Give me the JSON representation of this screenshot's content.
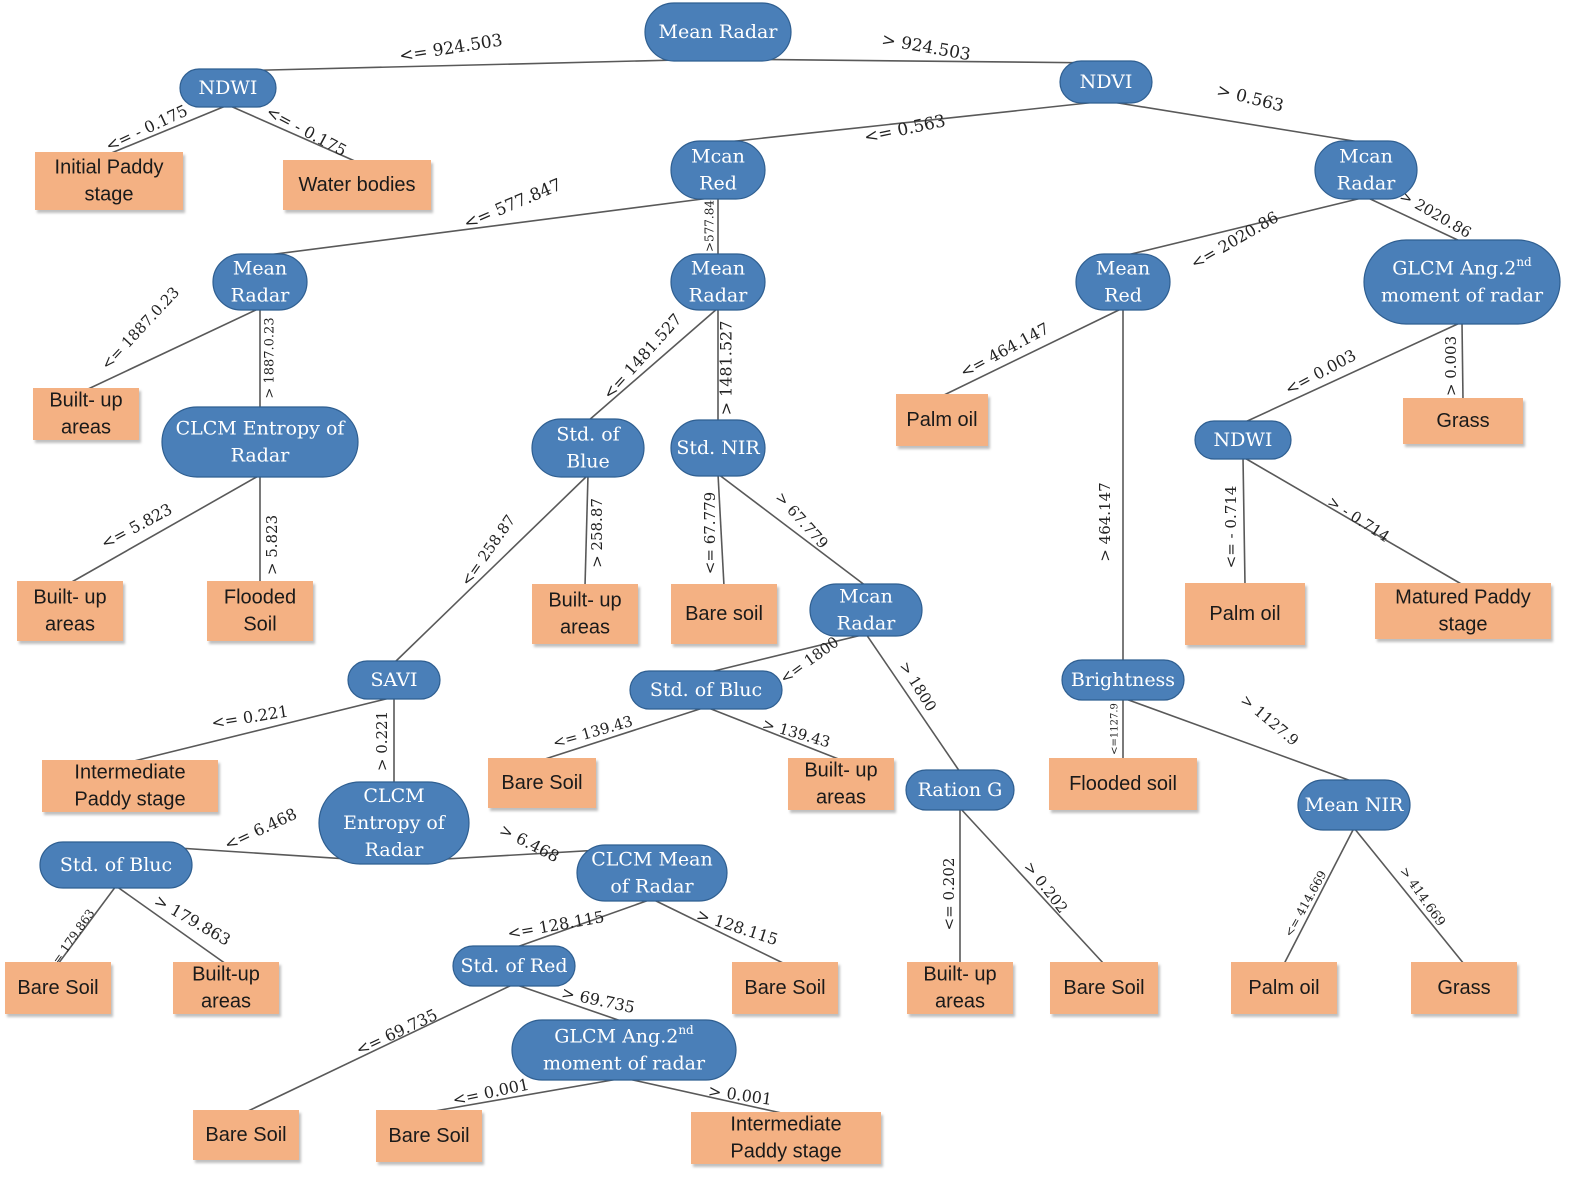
{
  "colors": {
    "decision_node": "#4a7fb8",
    "leaf_node": "#f4b183",
    "edge": "#595959"
  },
  "nodes": {
    "root": [
      "Mean Radar"
    ],
    "ndwi_top": [
      "NDWI"
    ],
    "ndvi": [
      "NDVI"
    ],
    "mean_red_mid": [
      "Mcan",
      "Red"
    ],
    "mean_radar_right": [
      "Mcan",
      "Radar"
    ],
    "mean_radar_left": [
      "Mean",
      "Radar"
    ],
    "mean_radar_center": [
      "Mean",
      "Radar"
    ],
    "mean_red_right": [
      "Mean",
      "Red"
    ],
    "glcm_asm_right": [
      "GLCM Ang.2nd",
      "moment of radar"
    ],
    "glcm_entropy_left": [
      "CLCM Entropy of",
      "Radar"
    ],
    "std_blue_center": [
      "Std. of",
      "Blue"
    ],
    "std_nir": [
      "Std. NIR"
    ],
    "ndwi_right": [
      "NDWI"
    ],
    "mean_radar_lower": [
      "Mcan",
      "Radar"
    ],
    "savi": [
      "SAVI"
    ],
    "std_blue_lower": [
      "Std. of Bluc"
    ],
    "brightness": [
      "Brightness"
    ],
    "ratio_g": [
      "Ration G"
    ],
    "glcm_entropy_lower": [
      "CLCM",
      "Entropy of",
      "Radar"
    ],
    "mean_nir": [
      "Mean NIR"
    ],
    "std_blue_left": [
      "Std. of Bluc"
    ],
    "glcm_mean": [
      "CLCM Mean",
      "of Radar"
    ],
    "std_red": [
      "Std. of Red"
    ],
    "glcm_asm_lower": [
      "GLCM Ang.2nd",
      "moment of radar"
    ]
  },
  "leaves": {
    "initial_paddy": [
      "Initial Paddy",
      "stage"
    ],
    "water_bodies": [
      "Water bodies"
    ],
    "builtup_1": [
      "Built- up",
      "areas"
    ],
    "builtup_2": [
      "Built- up",
      "areas"
    ],
    "flooded_soil_1": [
      "Flooded",
      "Soil"
    ],
    "builtup_3": [
      "Built- up",
      "areas"
    ],
    "bare_soil_1": [
      "Bare soil"
    ],
    "palm_oil_1": [
      "Palm oil"
    ],
    "grass_1": [
      "Grass"
    ],
    "palm_oil_2": [
      "Palm oil"
    ],
    "matured_paddy": [
      "Matured Paddy",
      "stage"
    ],
    "intermediate_paddy_1": [
      "Intermediate",
      "Paddy stage"
    ],
    "bare_soil_2": [
      "Bare Soil"
    ],
    "builtup_4": [
      "Built- up",
      "areas"
    ],
    "flooded_soil_2": [
      "Flooded soil"
    ],
    "bare_soil_3": [
      "Bare Soil"
    ],
    "builtup_5": [
      "Built-up",
      "areas"
    ],
    "bare_soil_4": [
      "Bare Soil"
    ],
    "builtup_6": [
      "Built- up",
      "areas"
    ],
    "bare_soil_5": [
      "Bare Soil"
    ],
    "palm_oil_3": [
      "Palm oil"
    ],
    "grass_2": [
      "Grass"
    ],
    "bare_soil_6": [
      "Bare Soil"
    ],
    "bare_soil_7": [
      "Bare Soil"
    ],
    "intermediate_paddy_2": [
      "Intermediate",
      "Paddy stage"
    ]
  },
  "edges": [
    {
      "from": "root",
      "to": "ndwi_top",
      "label": "<= 924.503"
    },
    {
      "from": "root",
      "to": "ndvi",
      "label": "> 924.503"
    },
    {
      "from": "ndwi_top",
      "to": "initial_paddy",
      "label": "<= - 0.175"
    },
    {
      "from": "ndwi_top",
      "to": "water_bodies",
      "label": "<= - 0.175"
    },
    {
      "from": "ndvi",
      "to": "mean_red_mid",
      "label": "<= 0.563"
    },
    {
      "from": "ndvi",
      "to": "mean_radar_right",
      "label": "> 0.563"
    },
    {
      "from": "mean_red_mid",
      "to": "mean_radar_left",
      "label": "<= 577.847"
    },
    {
      "from": "mean_red_mid",
      "to": "mean_radar_center",
      "label": ">577.84"
    },
    {
      "from": "mean_radar_right",
      "to": "mean_red_right",
      "label": "<= 2020.86"
    },
    {
      "from": "mean_radar_right",
      "to": "glcm_asm_right",
      "label": "> 2020.86"
    },
    {
      "from": "mean_radar_left",
      "to": "builtup_1",
      "label": "<= 1887.0.23"
    },
    {
      "from": "mean_radar_left",
      "to": "glcm_entropy_left",
      "label": "> 1887.0.23"
    },
    {
      "from": "mean_radar_center",
      "to": "std_blue_center",
      "label": "<= 1481.527"
    },
    {
      "from": "mean_radar_center",
      "to": "std_nir",
      "label": "> 1481.527"
    },
    {
      "from": "mean_red_right",
      "to": "palm_oil_1",
      "label": "<= 464.147"
    },
    {
      "from": "mean_red_right",
      "to": "brightness",
      "label": "> 464.147"
    },
    {
      "from": "glcm_asm_right",
      "to": "ndwi_right",
      "label": "<= 0.003"
    },
    {
      "from": "glcm_asm_right",
      "to": "grass_1",
      "label": "> 0.003"
    },
    {
      "from": "glcm_entropy_left",
      "to": "builtup_2",
      "label": "<= 5.823"
    },
    {
      "from": "glcm_entropy_left",
      "to": "flooded_soil_1",
      "label": "> 5.823"
    },
    {
      "from": "std_blue_center",
      "to": "savi",
      "label": "<= 258.87"
    },
    {
      "from": "std_blue_center",
      "to": "builtup_3",
      "label": "> 258.87"
    },
    {
      "from": "std_nir",
      "to": "bare_soil_1",
      "label": "<= 67.779"
    },
    {
      "from": "std_nir",
      "to": "mean_radar_lower",
      "label": "> 67.779"
    },
    {
      "from": "ndwi_right",
      "to": "palm_oil_2",
      "label": "<= - 0.714"
    },
    {
      "from": "ndwi_right",
      "to": "matured_paddy",
      "label": "> - 0.714"
    },
    {
      "from": "savi",
      "to": "intermediate_paddy_1",
      "label": "<= 0.221"
    },
    {
      "from": "savi",
      "to": "glcm_entropy_lower",
      "label": "> 0.221"
    },
    {
      "from": "mean_radar_lower",
      "to": "std_blue_lower",
      "label": "<= 1800"
    },
    {
      "from": "mean_radar_lower",
      "to": "ratio_g",
      "label": "> 1800"
    },
    {
      "from": "std_blue_lower",
      "to": "bare_soil_2",
      "label": "<= 139.43"
    },
    {
      "from": "std_blue_lower",
      "to": "builtup_4",
      "label": "> 139.43"
    },
    {
      "from": "brightness",
      "to": "flooded_soil_2",
      "label": "<=1127.9"
    },
    {
      "from": "brightness",
      "to": "mean_nir",
      "label": "> 1127.9"
    },
    {
      "from": "glcm_entropy_lower",
      "to": "std_blue_left",
      "label": "<= 6.468"
    },
    {
      "from": "glcm_entropy_lower",
      "to": "glcm_mean",
      "label": "> 6.468"
    },
    {
      "from": "ratio_g",
      "to": "builtup_6",
      "label": "<= 0.202"
    },
    {
      "from": "ratio_g",
      "to": "bare_soil_5",
      "label": "> 0.202"
    },
    {
      "from": "mean_nir",
      "to": "palm_oil_3",
      "label": "<= 414.669"
    },
    {
      "from": "mean_nir",
      "to": "grass_2",
      "label": "> 414.669"
    },
    {
      "from": "std_blue_left",
      "to": "bare_soil_3",
      "label": "<= 179.863"
    },
    {
      "from": "std_blue_left",
      "to": "builtup_5",
      "label": "> 179.863"
    },
    {
      "from": "glcm_mean",
      "to": "std_red",
      "label": "<= 128.115"
    },
    {
      "from": "glcm_mean",
      "to": "bare_soil_4",
      "label": "> 128.115"
    },
    {
      "from": "std_red",
      "to": "bare_soil_6",
      "label": "<= 69.735"
    },
    {
      "from": "std_red",
      "to": "glcm_asm_lower",
      "label": "> 69.735"
    },
    {
      "from": "glcm_asm_lower",
      "to": "bare_soil_7",
      "label": "<= 0.001"
    },
    {
      "from": "glcm_asm_lower",
      "to": "intermediate_paddy_2",
      "label": "> 0.001"
    }
  ]
}
